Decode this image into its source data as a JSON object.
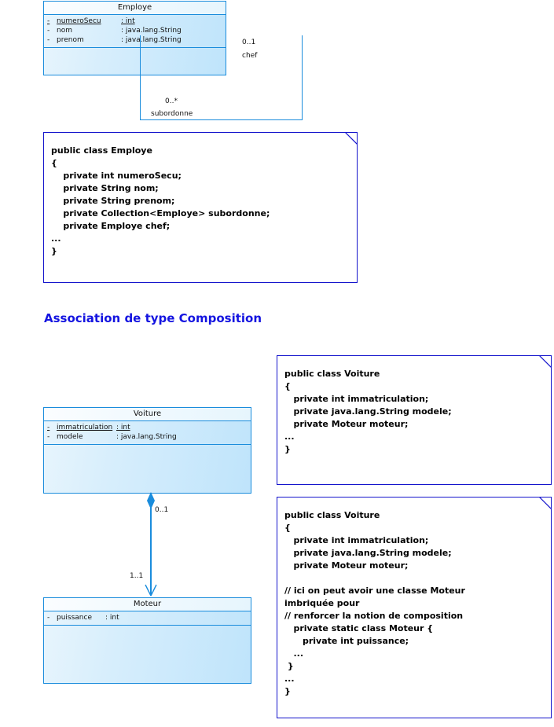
{
  "heading": {
    "text": "Association de type Composition"
  },
  "classes": [
    {
      "name": "Employe",
      "attributes": [
        {
          "visibility": "-",
          "name": "numeroSecu",
          "type": ": int",
          "static": true
        },
        {
          "visibility": "-",
          "name": "nom",
          "type": ": java.lang.String",
          "static": false
        },
        {
          "visibility": "-",
          "name": "prenom",
          "type": ": java.lang.String",
          "static": false
        }
      ]
    },
    {
      "name": "Voiture",
      "attributes": [
        {
          "visibility": "-",
          "name": "immatriculation",
          "type": ": int",
          "static": true
        },
        {
          "visibility": "-",
          "name": "modele",
          "type": ": java.lang.String",
          "static": false
        }
      ]
    },
    {
      "name": "Moteur",
      "attributes": [
        {
          "visibility": "-",
          "name": "puissance",
          "type": ": int",
          "static": false
        }
      ]
    }
  ],
  "associations": {
    "employe_self": {
      "chef_multiplicity": "0..1",
      "chef_role": "chef",
      "subordonne_multiplicity": "0..*",
      "subordonne_role": "subordonne"
    },
    "voiture_moteur": {
      "voiture_end_multiplicity": "0..1",
      "moteur_end_multiplicity": "1..1",
      "type": "composition"
    }
  },
  "notes": {
    "employe_code": "public class Employe\n{\n    private int numeroSecu;\n    private String nom;\n    private String prenom;\n    private Collection<Employe> subordonne;\n    private Employe chef;\n...\n}",
    "voiture_code_simple": "public class Voiture\n{\n   private int immatriculation;\n   private java.lang.String modele;\n   private Moteur moteur;\n...\n}",
    "voiture_code_nested": "public class Voiture\n{\n   private int immatriculation;\n   private java.lang.String modele;\n   private Moteur moteur;\n\n// ici on peut avoir une classe Moteur\nimbriquée pour\n// renforcer la notion de composition\n   private static class Moteur {\n      private int puissance;\n   ...\n }\n...\n}"
  },
  "colors": {
    "class_border": "#1a8cdc",
    "note_border": "#1414cc",
    "heading": "#1414e0",
    "link": "#1a8cdc"
  }
}
